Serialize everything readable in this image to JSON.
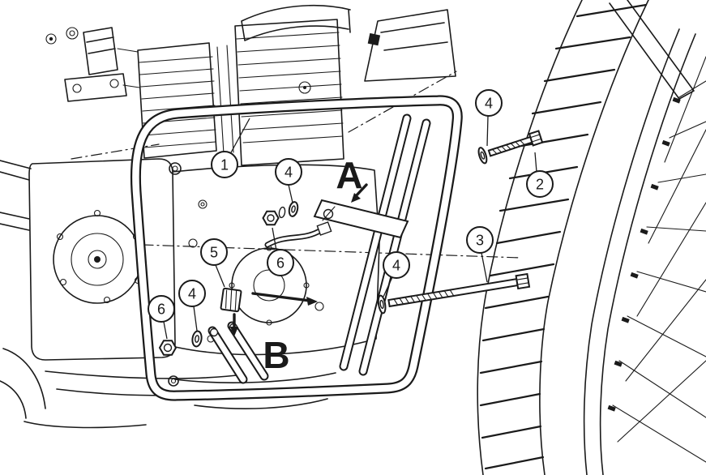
{
  "diagram": {
    "kind": "engine-guard mounting exploded illustration",
    "paper_color": "#ffffff",
    "ink_color": "#1a1a1a"
  },
  "callouts": [
    {
      "label": "1"
    },
    {
      "label": "4"
    },
    {
      "label": "4"
    },
    {
      "label": "2"
    },
    {
      "label": "3"
    },
    {
      "label": "5"
    },
    {
      "label": "6"
    },
    {
      "label": "4"
    },
    {
      "label": "4"
    },
    {
      "label": "6"
    }
  ],
  "section_labels": [
    {
      "label": "A"
    },
    {
      "label": "B"
    }
  ]
}
